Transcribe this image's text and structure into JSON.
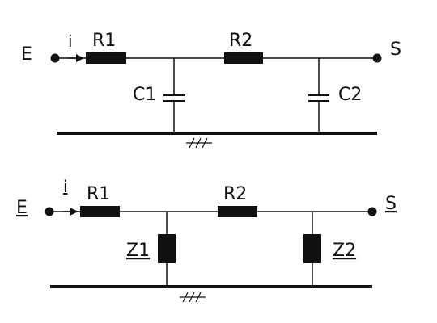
{
  "circuit_top": {
    "input_label": "E",
    "current_label": "i",
    "r1_label": "R1",
    "r2_label": "R2",
    "output_label": "S",
    "c1_label": "C1",
    "c2_label": "C2"
  },
  "circuit_bottom": {
    "input_label": "E",
    "current_label": "i",
    "r1_label": "R1",
    "r2_label": "R2",
    "output_label": "S",
    "z1_label": "Z1",
    "z2_label": "Z2"
  }
}
